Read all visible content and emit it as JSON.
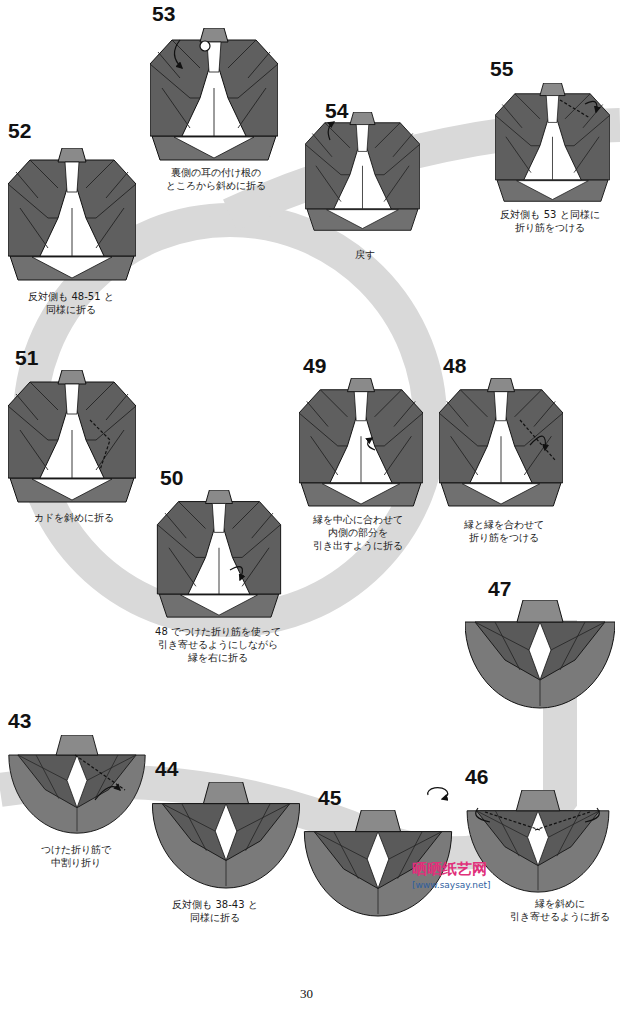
{
  "diagram": {
    "labels": [
      "53",
      "裏側の耳の付け根の ところから斜めに折る",
      "54",
      "戻す",
      "55",
      "反対側も 53 と同様に 折り筋をつける",
      "52",
      "反対側も 48-51 と 同様に折る",
      "51",
      "カドを斜めに折る",
      "49",
      "縁を中心に合わせて 内側の部分を 引き出すように折る",
      "48",
      "縁と縁を合わせて 折り筋をつける",
      "50",
      "48 でつけた折り筋を使って 引き寄せるようにしながら 縁を右に折る",
      "47",
      "43",
      "つけた折り筋で 中割り折り",
      "44",
      "反対側も 38-43 と 同様に折る",
      "45",
      "46",
      "縁を斜めに 引き寄せるように折る",
      "30",
      "晒晒纸艺网",
      "[www.saysay.net]"
    ]
  }
}
